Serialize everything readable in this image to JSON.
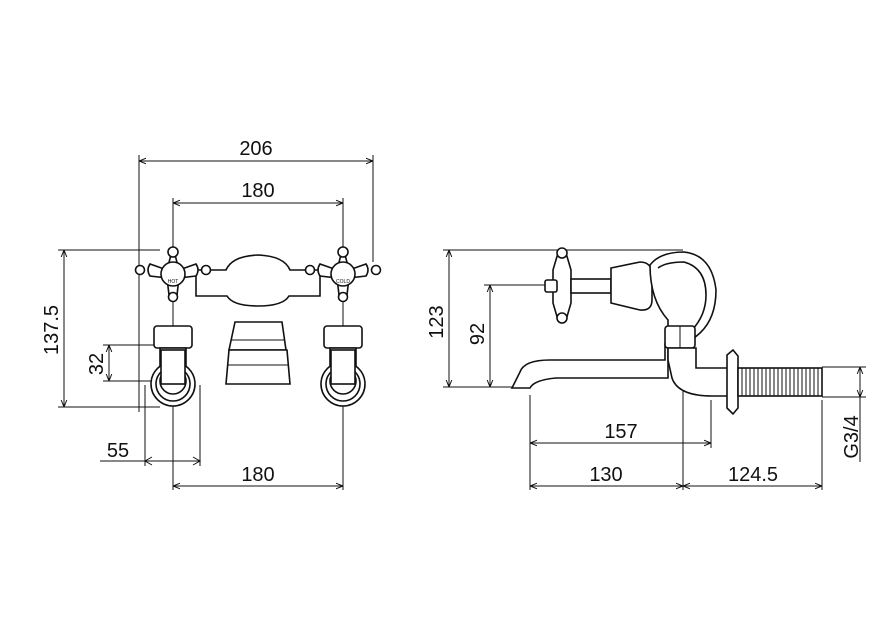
{
  "front_view": {
    "dims": {
      "overall_width": "206",
      "inlet_centres_top": "180",
      "inlet_centres_bottom": "180",
      "overall_height": "137.5",
      "inlet_drop": "32",
      "inlet_offset": "55"
    },
    "handle_labels": {
      "hot": "HOT",
      "cold": "COLD"
    }
  },
  "side_view": {
    "dims": {
      "height_top": "123",
      "height_spout": "92",
      "spout_reach": "157",
      "reach_to_wall": "130",
      "tail_length": "124.5",
      "thread": "G3/4"
    }
  }
}
